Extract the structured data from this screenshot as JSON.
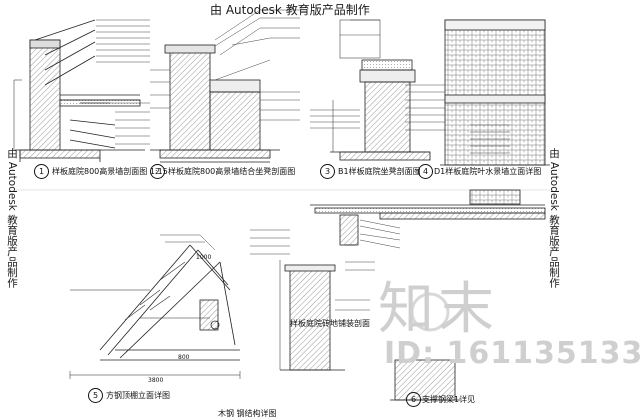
{
  "watermark": {
    "top": "由 Autodesk 教育版产品制作",
    "left": "由 Autodesk 教育版产品制作",
    "right": "由 Autodesk 教育版产品制作"
  },
  "brand": {
    "char_1": "知",
    "char_2": "末",
    "id_text": "ID: 161135133"
  },
  "details": {
    "d1_title": "样板庭院800高景墙剖面图",
    "d2_title": "样板庭院800高景墙结合坐凳剖面图",
    "d3_title": "B1样板庭院坐凳剖面图",
    "d4_title": "D1样板庭院叶水景墙立面详图",
    "d5_title": "方钢顶棚立面详图",
    "d6_title": "支撑钢梁1详见",
    "d7_title": "样板庭院砖地铺装剖面",
    "bottom_partial": "木钢 钢结构详图"
  },
  "dimensions": {
    "dim_1000": "1000",
    "dim_800": "800",
    "dim_3800": "3800",
    "scale_1_15": "1:15"
  },
  "colors": {
    "line": "#222222",
    "hatch": "#555555",
    "watermark_grey": "#cfcfcf"
  }
}
